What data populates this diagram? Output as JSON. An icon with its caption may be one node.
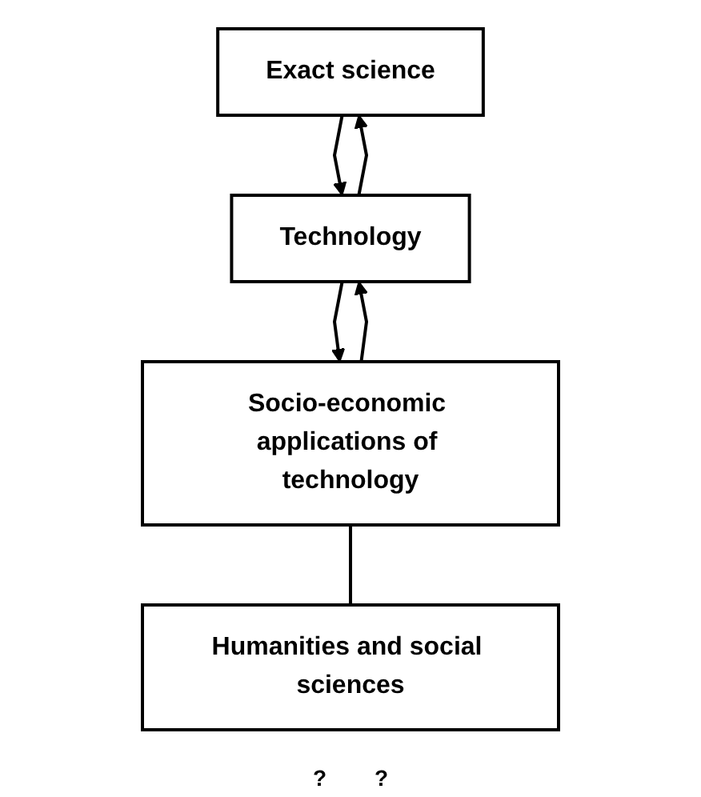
{
  "diagram": {
    "nodes": [
      {
        "text": [
          "Exact science"
        ]
      },
      {
        "text": [
          "Technology"
        ]
      },
      {
        "text": [
          "Socio-economic applications of technology"
        ]
      },
      {
        "text": [
          "Humanities and social sciences"
        ]
      }
    ],
    "edges": [
      {
        "from": 0,
        "to": 1,
        "arrow": "to"
      },
      {
        "from": 1,
        "to": 0,
        "arrow": "to"
      },
      {
        "from": 1,
        "to": 2,
        "arrow": "to"
      },
      {
        "from": 2,
        "to": 1,
        "arrow": "to"
      },
      {
        "from": 2,
        "to": 3,
        "arrow": "none"
      }
    ],
    "labels": [
      "?",
      "?"
    ]
  }
}
